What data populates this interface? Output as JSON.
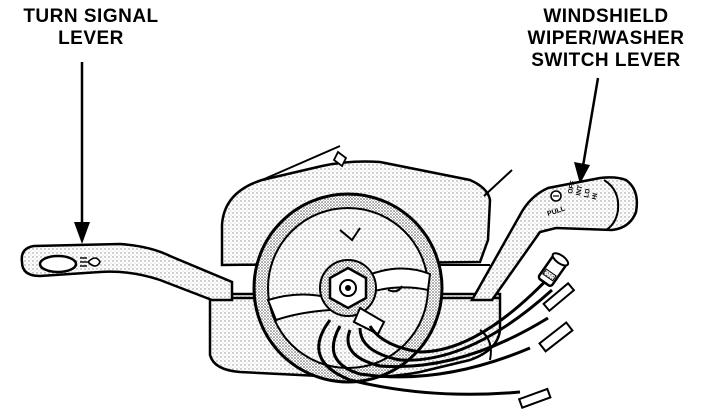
{
  "callouts": {
    "turn_signal": {
      "line1": "TURN SIGNAL",
      "line2": "LEVER"
    },
    "wiper": {
      "line1": "WINDSHIELD",
      "line2": "WIPER/WASHER",
      "line3": "SWITCH LEVER"
    }
  },
  "lever_markings": {
    "pull": "PULL",
    "positions": [
      "OFF",
      "INT",
      "LO",
      "HI"
    ]
  },
  "colors": {
    "ink": "#000000",
    "paper": "#ffffff",
    "stipple": "#9a9a9a"
  },
  "icons": [
    "headlamp-symbol-icon",
    "washer-symbol-icon"
  ]
}
